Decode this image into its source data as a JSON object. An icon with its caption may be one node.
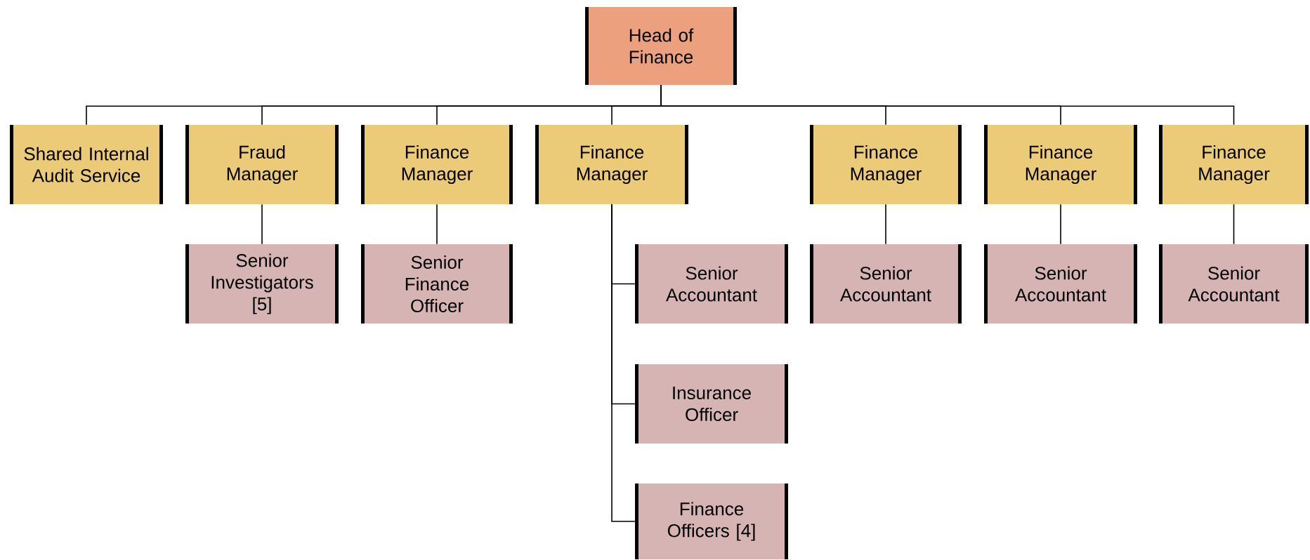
{
  "diagram": {
    "nodes": [
      {
        "text": [
          "Head of Finance"
        ]
      },
      {
        "text": [
          "Shared Internal Audit Service"
        ]
      },
      {
        "text": [
          "Fraud Manager"
        ]
      },
      {
        "text": [
          "Finance Manager"
        ]
      },
      {
        "text": [
          "Finance Manager"
        ]
      },
      {
        "text": [
          "Finance Manager"
        ]
      },
      {
        "text": [
          "Finance Manager"
        ]
      },
      {
        "text": [
          "Finance Manager"
        ]
      },
      {
        "text": [
          "Senior Investigators [5]"
        ]
      },
      {
        "text": [
          "Senior Finance Officer"
        ]
      },
      {
        "text": [
          "Senior Accountant"
        ]
      },
      {
        "text": [
          "Insurance Officer"
        ]
      },
      {
        "text": [
          "Finance Officers [4]"
        ]
      },
      {
        "text": [
          "Senior Accountant"
        ]
      },
      {
        "text": [
          "Senior Accountant"
        ]
      },
      {
        "text": [
          "Senior Accountant"
        ]
      }
    ],
    "edges": [
      {
        "from": 0,
        "to": 1,
        "arrow": "none"
      },
      {
        "from": 0,
        "to": 2,
        "arrow": "none"
      },
      {
        "from": 0,
        "to": 3,
        "arrow": "none"
      },
      {
        "from": 0,
        "to": 4,
        "arrow": "none"
      },
      {
        "from": 0,
        "to": 5,
        "arrow": "none"
      },
      {
        "from": 0,
        "to": 6,
        "arrow": "none"
      },
      {
        "from": 0,
        "to": 7,
        "arrow": "none"
      },
      {
        "from": 2,
        "to": 8,
        "arrow": "none"
      },
      {
        "from": 3,
        "to": 9,
        "arrow": "none"
      },
      {
        "from": 4,
        "to": 10,
        "arrow": "none"
      },
      {
        "from": 4,
        "to": 11,
        "arrow": "none"
      },
      {
        "from": 4,
        "to": 12,
        "arrow": "none"
      },
      {
        "from": 5,
        "to": 13,
        "arrow": "none"
      },
      {
        "from": 6,
        "to": 14,
        "arrow": "none"
      },
      {
        "from": 7,
        "to": 15,
        "arrow": "none"
      }
    ]
  }
}
